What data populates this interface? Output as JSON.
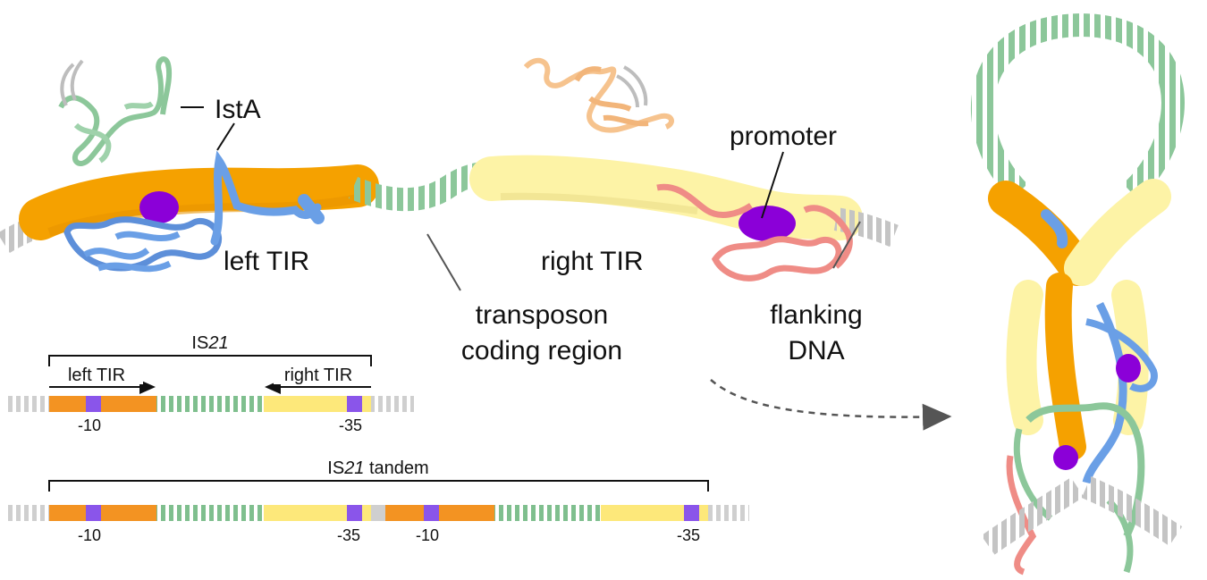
{
  "labels": {
    "ista": "IstA",
    "left_tir": "left TIR",
    "right_tir": "right TIR",
    "promoter": "promoter",
    "transposon_line1": "transposon",
    "transposon_line2": "coding region",
    "flanking_line1": "flanking",
    "flanking_line2": "DNA"
  },
  "map1": {
    "title_prefix": "IS",
    "title_num": "21",
    "left_tir": "left TIR",
    "right_tir": "right TIR",
    "pos_left": "-10",
    "pos_right": "-35"
  },
  "map2": {
    "title_prefix": "IS",
    "title_num": "21",
    "title_suffix": " tandem",
    "pos_1": "-10",
    "pos_2": "-35",
    "pos_3": "-10",
    "pos_4": "-35"
  },
  "colors": {
    "orange": "#f5a100",
    "light_yellow": "#fdf3a6",
    "blue": "#6a9fe6",
    "green": "#8cc79a",
    "salmon": "#ef8c86",
    "peach": "#f6c38e",
    "purple": "#8b00d8",
    "flank_gray": "#bdbdbd",
    "map_orange": "#f39322",
    "map_purple": "#8a55ea",
    "map_yellow": "#fde87a"
  }
}
